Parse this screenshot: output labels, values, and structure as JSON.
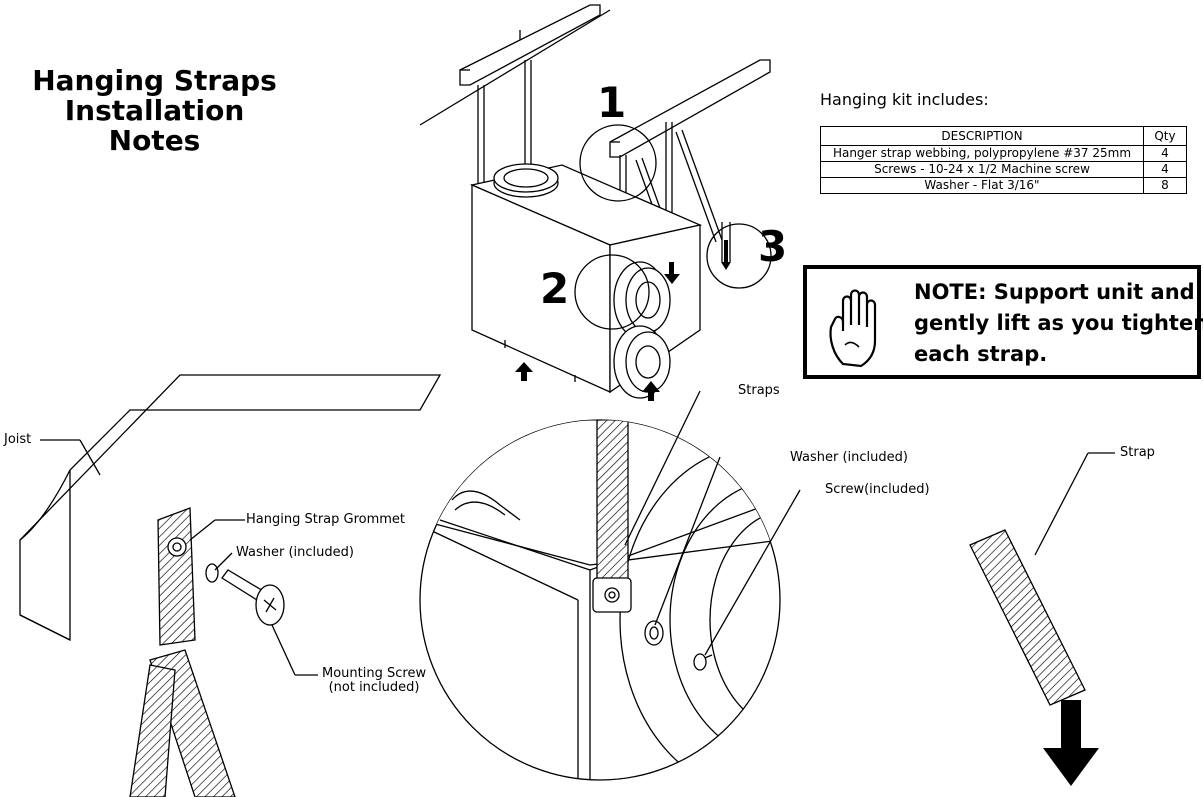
{
  "title": {
    "line1": "Hanging Straps",
    "line2": "Installation",
    "line3": "Notes"
  },
  "kit": {
    "heading": "Hanging kit includes:",
    "columns": [
      "DESCRIPTION",
      "Qty"
    ],
    "rows": [
      {
        "description": "Hanger strap webbing, polypropylene #37 25mm",
        "qty": "4"
      },
      {
        "description": "Screws - 10-24 x 1/2 Machine screw",
        "qty": "4"
      },
      {
        "description": "Washer - Flat 3/16\"",
        "qty": "8"
      }
    ]
  },
  "note": {
    "line1": "NOTE: Support unit and",
    "line2": "gently lift as you tighten",
    "line3": "each strap."
  },
  "steps": {
    "one": "1",
    "two": "2",
    "three": "3"
  },
  "callouts": {
    "joist": "Joist",
    "grommet": "Hanging Strap Grommet",
    "washer_left": "Washer (included)",
    "mounting_screw_1": "Mounting Screw",
    "mounting_screw_2": "(not included)",
    "straps": "Straps",
    "washer_center": "Washer (included)",
    "screw_center": "Screw(included)",
    "strap_right": "Strap"
  },
  "icons": [
    "hand-stop-icon",
    "arrow-down-icon",
    "arrow-up-icon"
  ]
}
